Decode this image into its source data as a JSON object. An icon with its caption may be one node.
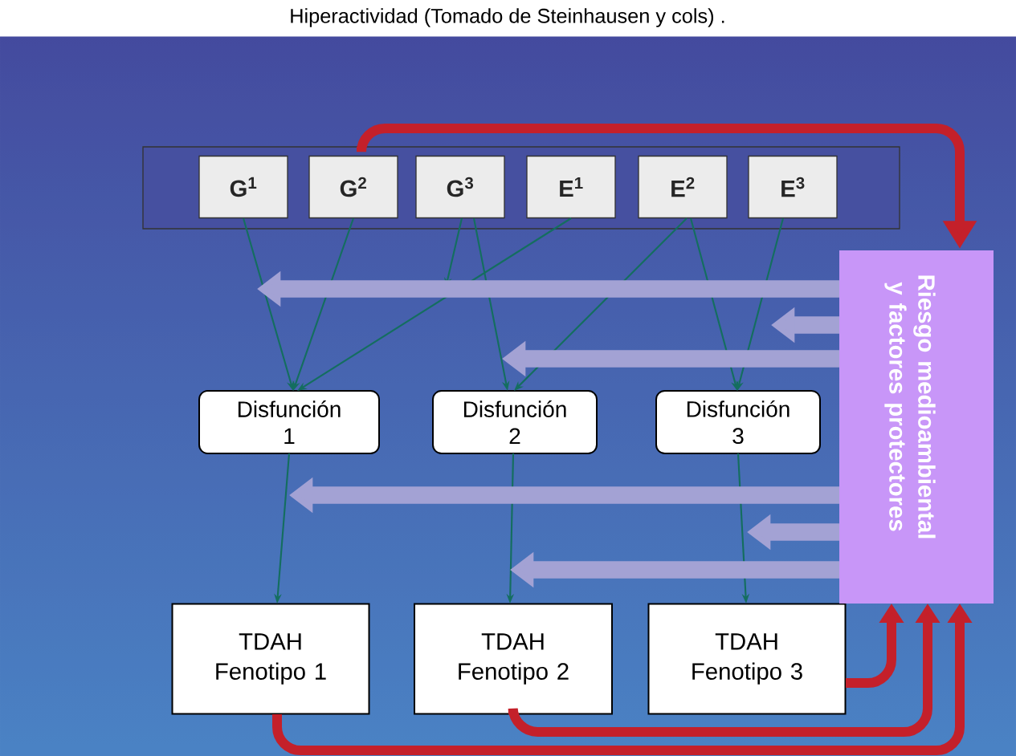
{
  "diagram": {
    "title": "Hiperactividad (Tomado de Steinhausen y cols) .",
    "nodes": [
      {
        "text": [],
        "shape": "box"
      },
      {
        "text": [
          "G$^{1}$"
        ],
        "in": 0
      },
      {
        "text": [
          "G$^{2}$"
        ],
        "in": 0
      },
      {
        "text": [
          "G$^{3}$"
        ],
        "in": 0
      },
      {
        "text": [
          "E$^{1}$"
        ],
        "in": 0
      },
      {
        "text": [
          "E$^{2}$"
        ],
        "in": 0
      },
      {
        "text": [
          "E$^{3}$"
        ],
        "in": 0
      },
      {
        "text": [
          "Disfunción 1"
        ]
      },
      {
        "text": [
          "Disfunción 2"
        ]
      },
      {
        "text": [
          "Disfunción 3"
        ]
      },
      {
        "text": [
          "TDAH Fenotipo 1"
        ]
      },
      {
        "text": [
          "TDAH Fenotipo 2"
        ]
      },
      {
        "text": [
          "TDAH Fenotipo 3"
        ]
      },
      {
        "text": [
          "Riesgo medioambiental y factores protectores"
        ]
      }
    ],
    "edges": [
      {
        "from": 1,
        "to": 7,
        "arrow": "to"
      },
      {
        "from": 2,
        "to": 7,
        "arrow": "to"
      },
      {
        "from": 4,
        "to": 7,
        "arrow": "to"
      },
      {
        "from": 3,
        "to": null,
        "arrow": "to"
      },
      {
        "from": 3,
        "to": 8,
        "arrow": "to"
      },
      {
        "from": 5,
        "to": 8,
        "arrow": "to"
      },
      {
        "from": 5,
        "to": 9,
        "arrow": "to"
      },
      {
        "from": 6,
        "to": 9,
        "arrow": "to"
      },
      {
        "from": 7,
        "to": 10,
        "arrow": "to"
      },
      {
        "from": 8,
        "to": 11,
        "arrow": "to"
      },
      {
        "from": 9,
        "to": 12,
        "arrow": "to"
      },
      {
        "from": 13,
        "to": null,
        "arrow": "to",
        "style": "thick",
        "color": "#a3a2d4"
      },
      {
        "from": 13,
        "to": null,
        "arrow": "to",
        "style": "thick",
        "color": "#a3a2d4"
      },
      {
        "from": 13,
        "to": null,
        "arrow": "to",
        "style": "thick",
        "color": "#a3a2d4"
      },
      {
        "from": 13,
        "to": null,
        "arrow": "to",
        "style": "thick",
        "color": "#a3a2d4"
      },
      {
        "from": 13,
        "to": null,
        "arrow": "to",
        "style": "thick",
        "color": "#a3a2d4"
      },
      {
        "from": 13,
        "to": null,
        "arrow": "to",
        "style": "thick",
        "color": "#a3a2d4"
      },
      {
        "from": 0,
        "to": 13,
        "arrow": "to",
        "style": "thick",
        "color": "#c4202a"
      },
      {
        "from": 12,
        "to": 13,
        "arrow": "to",
        "style": "thick",
        "color": "#c4202a"
      },
      {
        "from": 11,
        "to": 13,
        "arrow": "to",
        "style": "thick",
        "color": "#c4202a"
      },
      {
        "from": 10,
        "to": 13,
        "arrow": "to",
        "style": "thick",
        "color": "#c4202a"
      }
    ]
  }
}
